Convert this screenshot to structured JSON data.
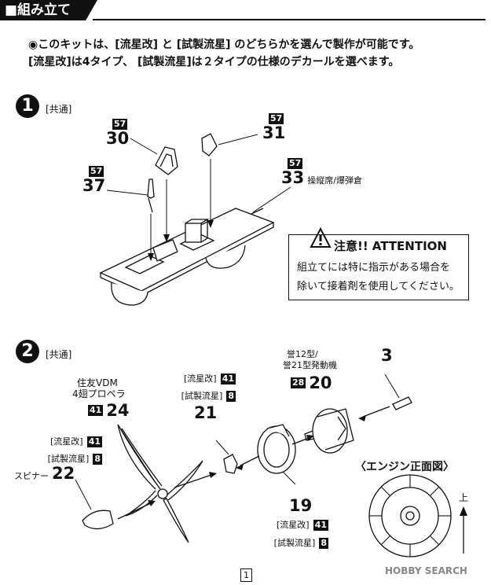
{
  "header": {
    "title": "■組み立て"
  },
  "intro": {
    "line1": "◉このキットは、[流星改] と [試製流星] のどちらかを選んで製作が可能です。",
    "line2": "[流星改]は4タイプ、 [試製流星]は２タイプの仕様のデカールを選べます。"
  },
  "step1": {
    "num": "1",
    "label": "[共通]",
    "parts": [
      {
        "sheet": "57",
        "num": "30"
      },
      {
        "sheet": "57",
        "num": "31"
      },
      {
        "sheet": "57",
        "num": "37"
      },
      {
        "sheet": "57",
        "num": "33",
        "name": "操縦席/爆弾倉"
      }
    ]
  },
  "attention": {
    "title_jp": "注意!!",
    "title_en": "ATTENTION",
    "line1": "組立てには特に指示がある場合を",
    "line2": "除いて接着剤を使用してください。"
  },
  "step2": {
    "num": "2",
    "label": "[共通]",
    "propeller": {
      "name1": "住友VDM",
      "name2": "4翅プロペラ",
      "sheet": "41",
      "num": "24"
    },
    "part21": {
      "v1": "[流星改]",
      "s1": "41",
      "v2": "[試製流星]",
      "s2": "8",
      "num": "21"
    },
    "engine": {
      "name1": "誉12型/",
      "name2": "誉21型発動機",
      "sheet": "28",
      "num": "20"
    },
    "part3": {
      "num": "3"
    },
    "spinner": {
      "v1": "[流星改]",
      "s1": "41",
      "v2": "[試製流星]",
      "s2": "8",
      "label": "スピナー",
      "num": "22"
    },
    "part19": {
      "num": "19",
      "v1": "[流星改]",
      "s1": "41",
      "v2": "[試製流星]",
      "s2": "8"
    },
    "front_view": {
      "title": "〈エンジン正面図〉",
      "up": "上"
    }
  },
  "footer": {
    "page": "1",
    "watermark": "HOBBY SEARCH"
  }
}
